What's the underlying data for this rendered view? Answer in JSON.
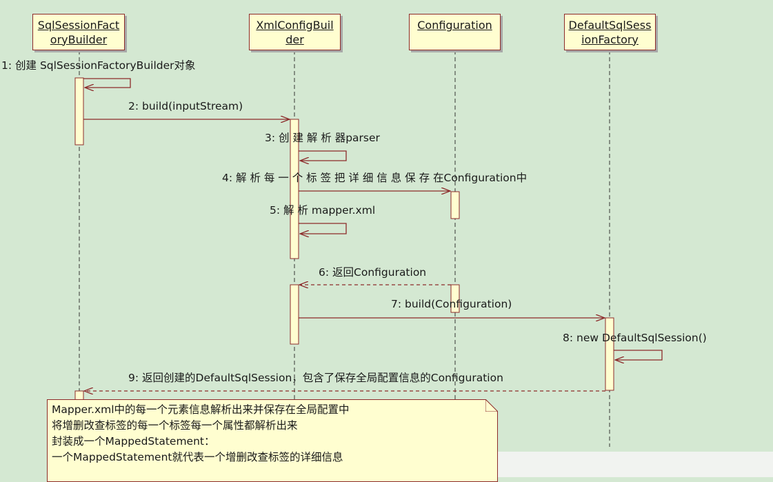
{
  "objects": [
    {
      "id": "sqlsessionfactorybuilder",
      "label": "SqlSessionFactoryBuilder"
    },
    {
      "id": "xmlconfigbuilder",
      "label": "XmlConfigBuilder"
    },
    {
      "id": "configuration",
      "label": "Configuration"
    },
    {
      "id": "defaultsqlsessionfactory",
      "label": "DefaultSqlSessionFactory"
    }
  ],
  "messages": [
    {
      "num": "1",
      "text": "1: 创建 SqlSessionFactoryBuilder对象"
    },
    {
      "num": "2",
      "text": "2: build(inputStream)"
    },
    {
      "num": "3",
      "text": "3: 创 建 解 析 器parser"
    },
    {
      "num": "4",
      "text": "4: 解 析 每 一 个 标 签 把 详 细 信 息 保 存 在Configuration中"
    },
    {
      "num": "5",
      "text": "5: 解 析 mapper.xml"
    },
    {
      "num": "6",
      "text": "6: 返回Configuration"
    },
    {
      "num": "7",
      "text": "7: build(Configuration)"
    },
    {
      "num": "8",
      "text": "8: new DefaultSqlSession()"
    },
    {
      "num": "9",
      "text": "9: 返回创建的DefaultSqlSession，包含了保存全局配置信息的Configuration"
    }
  ],
  "note": {
    "lines": [
      "Mapper.xml中的每一个元素信息解析出来并保存在全局配置中",
      "将增删改查标签的每一个标签每一个属性都解析出来",
      "封装成一个MappedStatement：",
      "一个MappedStatement就代表一个增删改查标签的详细信息"
    ]
  },
  "colors": {
    "background": "#d4e8d2",
    "box_fill": "#fffed0",
    "line": "#8c2a2a",
    "lifeline": "#333333"
  }
}
